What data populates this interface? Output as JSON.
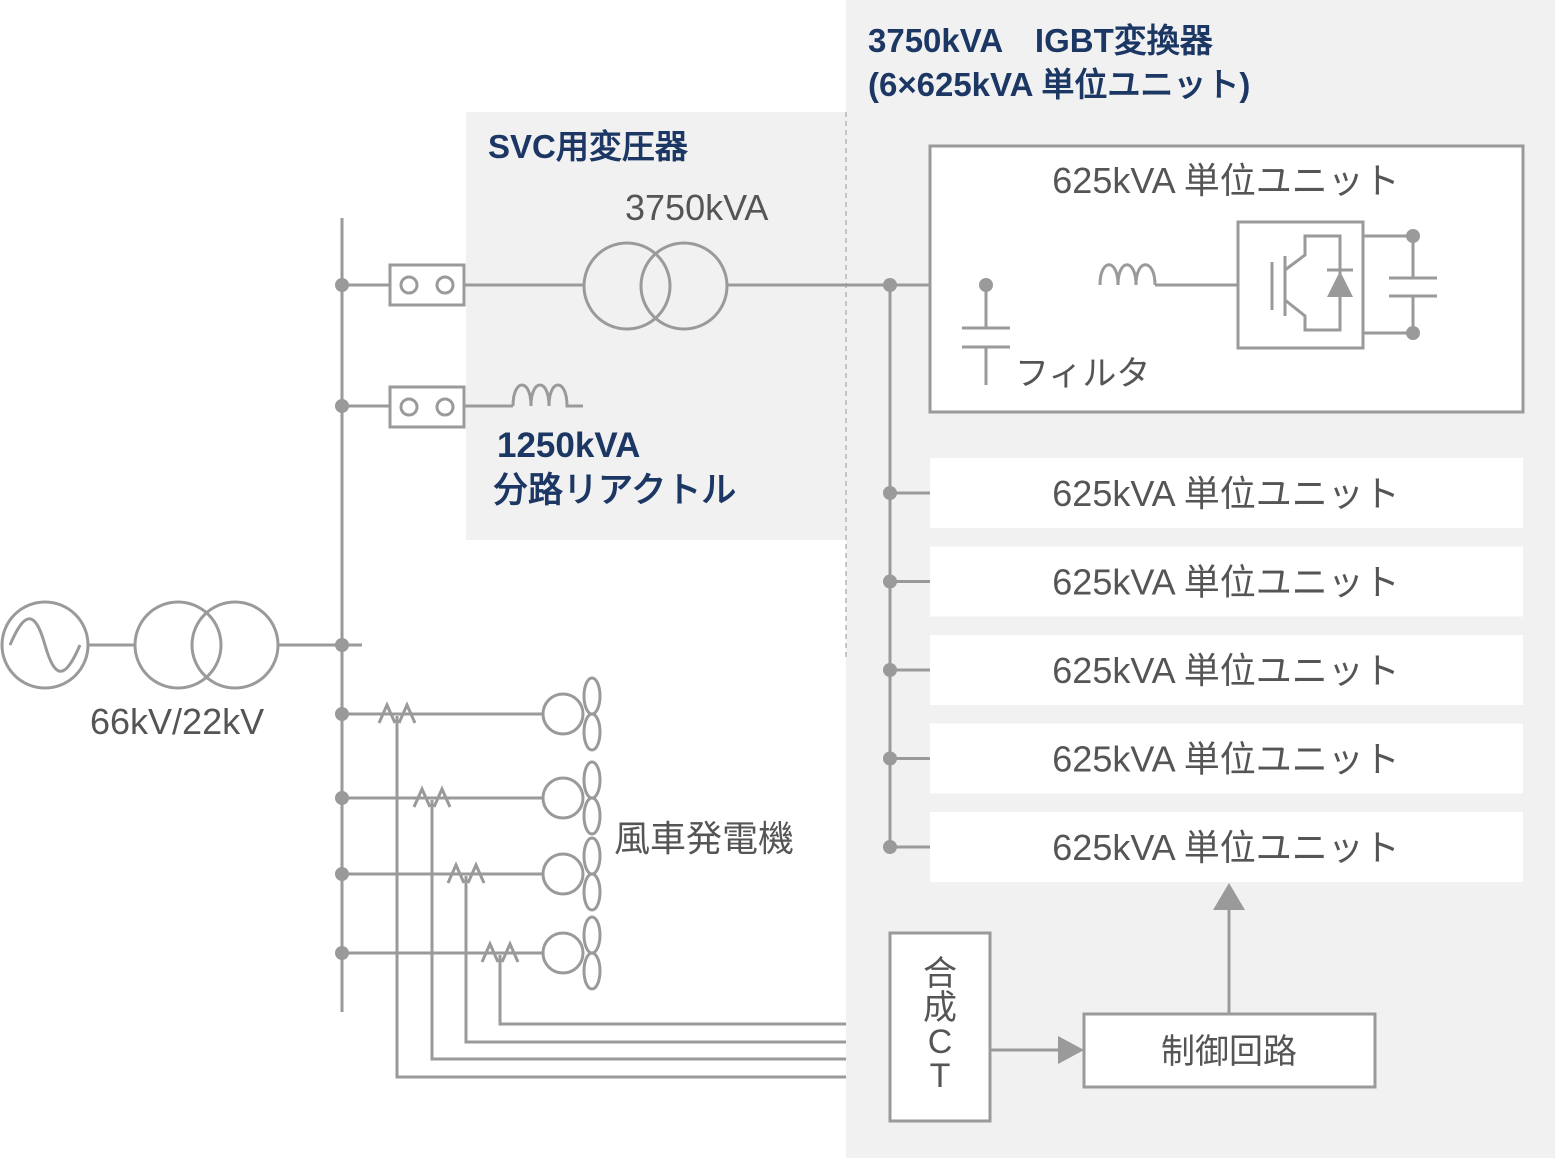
{
  "converter": {
    "title_line1": "3750kVA　IGBT変換器",
    "title_line2": "(6×625kVA 単位ユニット)"
  },
  "svc_transformer": {
    "title": "SVC用変圧器",
    "rating": "3750kVA"
  },
  "shunt_reactor": {
    "line1": "1250kVA",
    "line2": "分路リアクトル"
  },
  "unit_detail": {
    "title": "625kVA 単位ユニット",
    "filter_label": "フィルタ"
  },
  "unit_list": [
    "625kVA 単位ユニット",
    "625kVA 単位ユニット",
    "625kVA 単位ユニット",
    "625kVA 単位ユニット",
    "625kVA 単位ユニット"
  ],
  "grid_transformer": {
    "rating": "66kV/22kV"
  },
  "wind_turbines": {
    "label": "風車発電機",
    "count": 4
  },
  "composite_ct": {
    "label": [
      "合",
      "成",
      "C",
      "T"
    ]
  },
  "control_circuit": {
    "label": "制御回路"
  },
  "colors": {
    "line": "#9a9a9a",
    "panel": "#f1f1f1",
    "title": "#1c3764",
    "text": "#555555"
  }
}
